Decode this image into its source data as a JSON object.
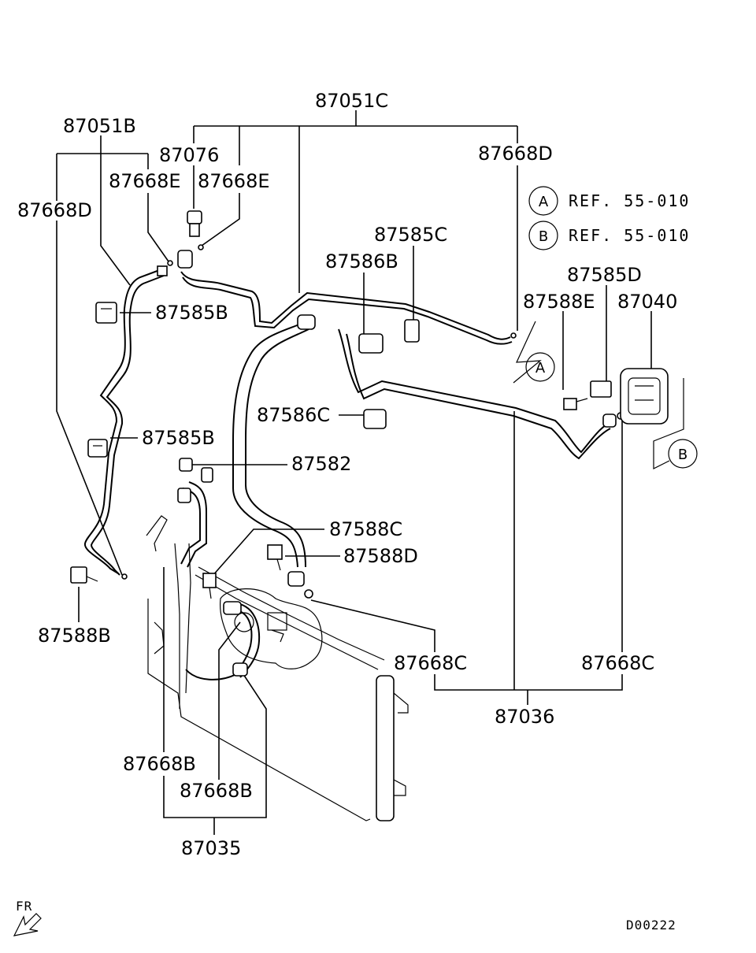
{
  "labels": {
    "l87051C": "87051C",
    "l87051B": "87051B",
    "l87076": "87076",
    "l87668D_top": "87668D",
    "l87668E_a": "87668E",
    "l87668E_b": "87668E",
    "l87668D_left": "87668D",
    "l87585C": "87585C",
    "l87586B": "87586B",
    "l87585B_a": "87585B",
    "l87585D": "87585D",
    "l87588E": "87588E",
    "l87040": "87040",
    "l87586C": "87586C",
    "l87585B_b": "87585B",
    "l87582": "87582",
    "l87588C": "87588C",
    "l87588D": "87588D",
    "l87588B": "87588B",
    "l87668C_a": "87668C",
    "l87668C_b": "87668C",
    "l87036": "87036",
    "l87668B_a": "87668B",
    "l87668B_b": "87668B",
    "l87035": "87035"
  },
  "refs": [
    {
      "letter": "A",
      "text": "REF. 55-010"
    },
    {
      "letter": "B",
      "text": "REF. 55-010"
    }
  ],
  "callouts": {
    "A": "A",
    "B": "B"
  },
  "footer": {
    "front_label": "FR",
    "diagram_code": "D00222"
  }
}
